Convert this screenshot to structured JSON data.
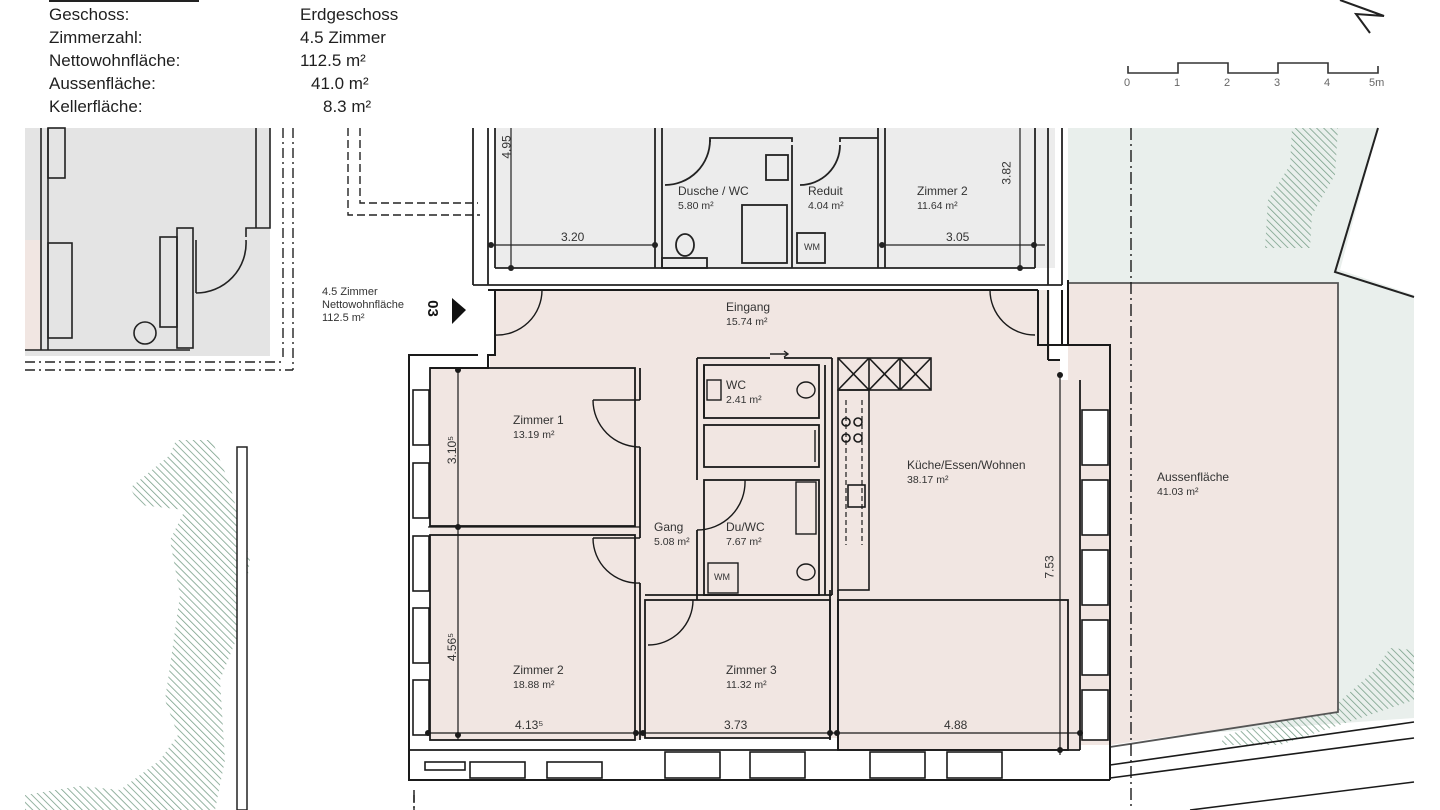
{
  "info": {
    "rows": [
      {
        "label": "Geschoss:",
        "value": "Erdgeschoss"
      },
      {
        "label": "Zimmerzahl:",
        "value": "4.5 Zimmer"
      },
      {
        "label": "Nettowohnfläche:",
        "value": "112.5 m²"
      },
      {
        "label": "Aussenfläche:",
        "value": "41.0 m²"
      },
      {
        "label": "Kellerfläche:",
        "value": "8.3 m²"
      }
    ]
  },
  "scale_bar": {
    "ticks": [
      "0",
      "1",
      "2",
      "3",
      "4",
      "5m"
    ]
  },
  "unit": {
    "line1": "4.5 Zimmer",
    "line2": "Nettowohnfläche",
    "line3": "112.5 m²",
    "number": "03"
  },
  "rooms": {
    "upper_shower": {
      "name": "Dusche / WC",
      "area": "5.80 m²"
    },
    "upper_reduit": {
      "name": "Reduit",
      "area": "4.04 m²"
    },
    "upper_zimmer2": {
      "name": "Zimmer 2",
      "area": "11.64 m²"
    },
    "eingang": {
      "name": "Eingang",
      "area": "15.74 m²"
    },
    "zimmer1": {
      "name": "Zimmer 1",
      "area": "13.19 m²"
    },
    "wc": {
      "name": "WC",
      "area": "2.41 m²"
    },
    "gang": {
      "name": "Gang",
      "area": "5.08 m²"
    },
    "duwc": {
      "name": "Du/WC",
      "area": "7.67 m²"
    },
    "kueche": {
      "name": "Küche/Essen/Wohnen",
      "area": "38.17 m²"
    },
    "zimmer2": {
      "name": "Zimmer 2",
      "area": "18.88 m²"
    },
    "zimmer3": {
      "name": "Zimmer 3",
      "area": "11.32 m²"
    },
    "aussen": {
      "name": "Aussenfläche",
      "area": "41.03 m²"
    }
  },
  "fixtures": {
    "wm_label": "WM"
  },
  "dimensions": {
    "upper_left_width": "3.20",
    "upper_right_width": "3.05",
    "upper_left_height": "4.95",
    "upper_right_height": "3.82",
    "zimmer1_height": "3.10⁵",
    "zimmer2_height": "4.56⁵",
    "kueche_height": "7.53",
    "zimmer2_width": "4.13⁵",
    "zimmer3_width": "3.73",
    "kueche_width": "4.88"
  },
  "colors": {
    "room_fill": "#f1e6e2",
    "garden_fill": "#e9efec",
    "cellar_fill": "#e4e4e4",
    "hatch": "#7aa08a",
    "wall": "#1a1a1a"
  }
}
